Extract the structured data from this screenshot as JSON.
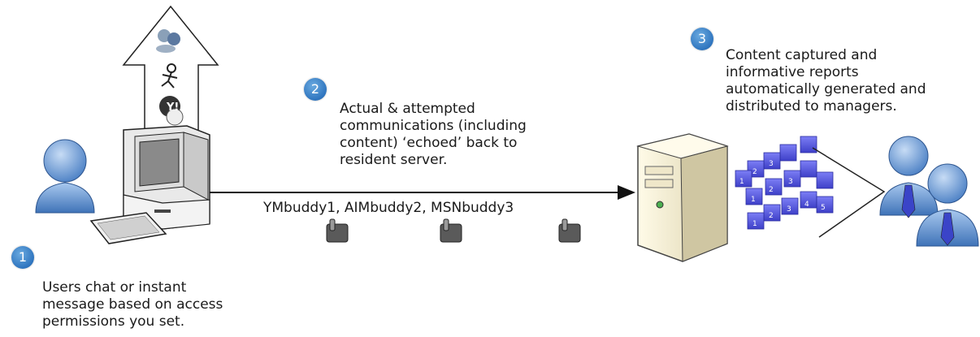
{
  "steps": [
    {
      "number": "1",
      "text": "Users chat or instant\nmessage based on access\npermissions you set."
    },
    {
      "number": "2",
      "text": "Actual & attempted\ncommunications (including\ncontent) ‘echoed’ back to\nresident server."
    },
    {
      "number": "3",
      "text": "Content captured and\ninformative reports\nautomatically generated and\ndistributed to managers."
    }
  ],
  "buddies": "YMbuddy1, AIMbuddy2, MSNbuddy3",
  "colors": {
    "accent": "#2f75bf",
    "report_blocks": "#5a5ce8",
    "user_figure": "#5b8fd0"
  }
}
